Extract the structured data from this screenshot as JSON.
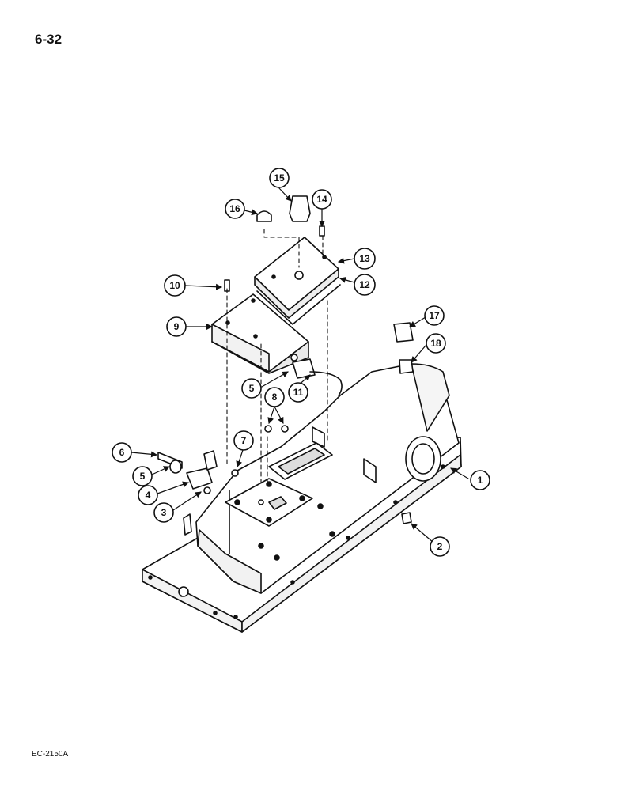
{
  "page_number": "6-32",
  "figure_code": "EC-2150A",
  "callouts": [
    {
      "label": "1"
    },
    {
      "label": "2"
    },
    {
      "label": "3"
    },
    {
      "label": "4"
    },
    {
      "label": "5"
    },
    {
      "label": "5"
    },
    {
      "label": "6"
    },
    {
      "label": "7"
    },
    {
      "label": "8"
    },
    {
      "label": "9"
    },
    {
      "label": "10"
    },
    {
      "label": "11"
    },
    {
      "label": "12"
    },
    {
      "label": "13"
    },
    {
      "label": "14"
    },
    {
      "label": "15"
    },
    {
      "label": "16"
    },
    {
      "label": "17"
    },
    {
      "label": "18"
    }
  ]
}
